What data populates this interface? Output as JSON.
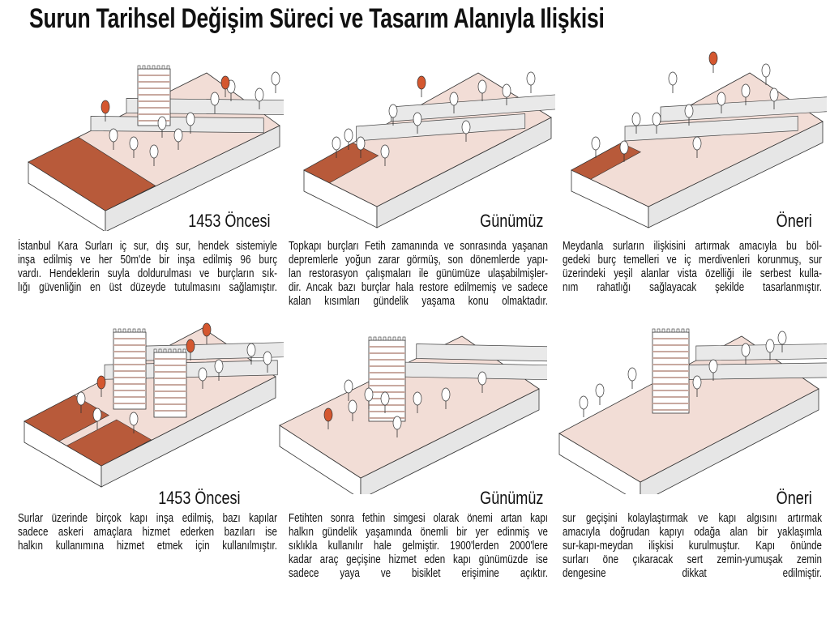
{
  "title": "Surun Tarihsel Değişim Süreci ve Tasarım Alanıyla Ilişkisi",
  "panels": [
    {
      "label": "1453 Öncesi",
      "lines": [
        "İstanbul Kara Surları iç sur, dış sur, hendek sistemiyle",
        "inşa edilmiş ve her 50m'de bir inşa edilmiş 96 burç",
        "vardı. Hendeklerin suyla doldurulması ve burçların sık-",
        "lığı güvenliğin en üst düzeyde tutulmasını sağlamıştır."
      ]
    },
    {
      "label": "Günümüz",
      "lines": [
        "Topkapı burçları Fetih zamanında ve sonrasında yaşanan",
        "depremlerle yoğun zarar görmüş, son dönemlerde yapı-",
        "lan restorasyon çalışmaları ile günümüze ulaşabilmişler-",
        "dir. Ancak bazı burçlar hala restore edilmemiş ve sadece",
        "kalan kısımları gündelik yaşama konu olmaktadır."
      ]
    },
    {
      "label": "Öneri",
      "lines": [
        "Meydanla surların ilişkisini artırmak amacıyla bu böl-",
        "gedeki burç temelleri ve iç merdivenleri korunmuş, sur",
        "üzerindeki yeşil alanlar vista özelliği ile serbest kulla-",
        "nım rahatlığı sağlayacak şekilde tasarlanmıştır."
      ]
    },
    {
      "label": "1453 Öncesi",
      "lines": [
        "Surlar üzerinde birçok kapı inşa edilmiş, bazı kapılar",
        "sadece askeri amaçlara hizmet ederken bazıları ise",
        "halkın kullanımına hizmet etmek için kullanılmıştır."
      ]
    },
    {
      "label": "Günümüz",
      "lines": [
        "Fetihten sonra fethin simgesi olarak önemi artan kapı",
        "halkın gündelik yaşamında önemli bir yer edinmiş ve",
        "sıklıkla kullanılır hale gelmiştir. 1900'lerden 2000'lere",
        "kadar araç geçişine hizmet eden kapı günümüzde ise",
        "sadece yaya ve bisiklet erişimine açıktır."
      ]
    },
    {
      "label": "Öneri",
      "lines": [
        "sur geçişini kolaylaştırmak ve kapı algısını artırmak",
        "amacıyla doğrudan kapıyı odağa alan bir yaklaşımla",
        "sur-kapı-meydan ilişkisi kurulmuştur. Kapı önünde",
        "surları öne çıkaracak sert zemin-yumuşak zemin",
        "dengesine dikkat edilmiştir."
      ]
    }
  ],
  "colors": {
    "water": "#b85a3a",
    "ground": "#f2ddd6",
    "tree_red": "#d4572f",
    "slab_side": "#e6e6e6"
  }
}
